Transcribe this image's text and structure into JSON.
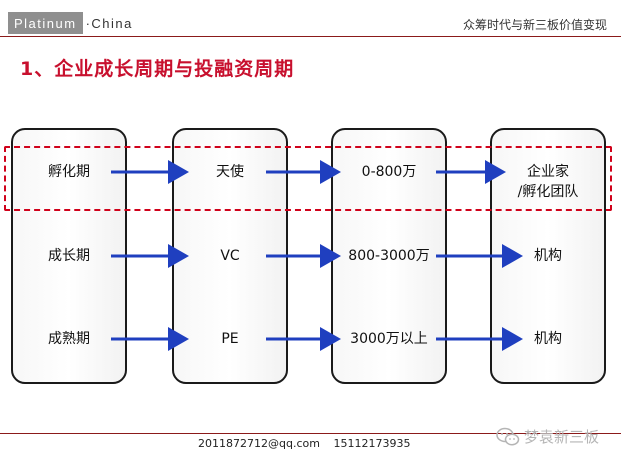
{
  "header": {
    "logo_left": "Platinum",
    "logo_right": "·China",
    "title": "众筹时代与新三板价值变现"
  },
  "slide": {
    "title": "1、企业成长周期与投融资周期"
  },
  "rows": [
    {
      "stage": "孵化期",
      "investor": "天使",
      "amount": "0-800万",
      "exit_line1": "企业家",
      "exit_line2": "/孵化团队"
    },
    {
      "stage": "成长期",
      "investor": "VC",
      "amount": "800-3000万",
      "exit_line1": "机构",
      "exit_line2": ""
    },
    {
      "stage": "成熟期",
      "investor": "PE",
      "amount": "3000万以上",
      "exit_line1": "机构",
      "exit_line2": ""
    }
  ],
  "footer": {
    "email": "2011872712@qq.com",
    "phone": "15112173935"
  },
  "watermark": {
    "text": "梦袁新三板",
    "icon": "wechat-icon"
  },
  "colors": {
    "title_red": "#c8102e",
    "dash_red": "#d0021b",
    "arrow_blue": "#1f3fbf",
    "rule": "#8b1a1a"
  }
}
